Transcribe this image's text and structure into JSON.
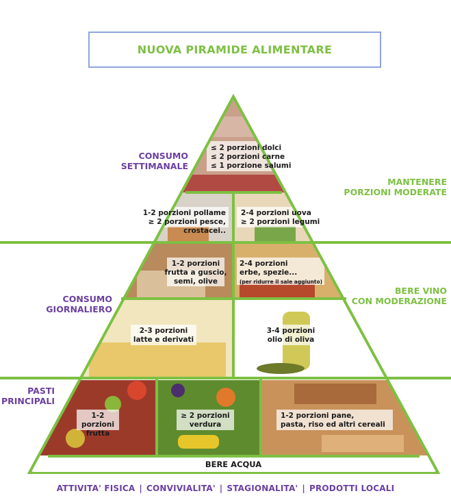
{
  "title": "NUOVA PIRAMIDE ALIMENTARE",
  "colors": {
    "accent_green": "#7dc043",
    "purple": "#6b3fa0",
    "title_border": "#8fa3e0"
  },
  "left_labels": {
    "weekly": [
      "CONSUMO",
      "SETTIMANALE"
    ],
    "daily": [
      "CONSUMO",
      "GIORNALIERO"
    ],
    "meals": [
      "PASTI",
      "PRINCIPALI"
    ]
  },
  "right_labels": {
    "moderate": [
      "MANTENERE",
      "PORZIONI MODERATE"
    ],
    "wine": [
      "BERE VINO",
      "CON MODERAZIONE"
    ]
  },
  "tiers": {
    "top": [
      "≤ 2 porzioni dolci",
      "≤ 2 porzioni carne",
      "≤ 1 porzione salumi"
    ],
    "poultry": [
      "1-2 porzioni pollame",
      "≥ 2 porzioni pesce, crostacei.."
    ],
    "eggs": [
      "2-4 porzioni uova",
      "≥ 2 porzioni legumi"
    ],
    "nuts": [
      "1-2 porzioni",
      "frutta a guscio,",
      "semi, olive"
    ],
    "herbs": [
      "2-4 porzioni",
      "erbe, spezie..."
    ],
    "herbs_note": "(per ridurre il sale aggiunto)",
    "dairy": [
      "2-3 porzioni",
      "latte e derivati"
    ],
    "oil": [
      "3-4 porzioni",
      "olio di oliva"
    ],
    "fruit": [
      "1-2 porzioni",
      "frutta"
    ],
    "veg": [
      "≥ 2 porzioni",
      "verdura"
    ],
    "grains": [
      "1-2 porzioni pane,",
      "pasta, riso ed altri cereali"
    ]
  },
  "base": "BERE ACQUA",
  "footer": [
    "ATTIVITA' FISICA",
    "CONVIVIALITA'",
    "STAGIONALITA'",
    "PRODOTTI LOCALI"
  ]
}
